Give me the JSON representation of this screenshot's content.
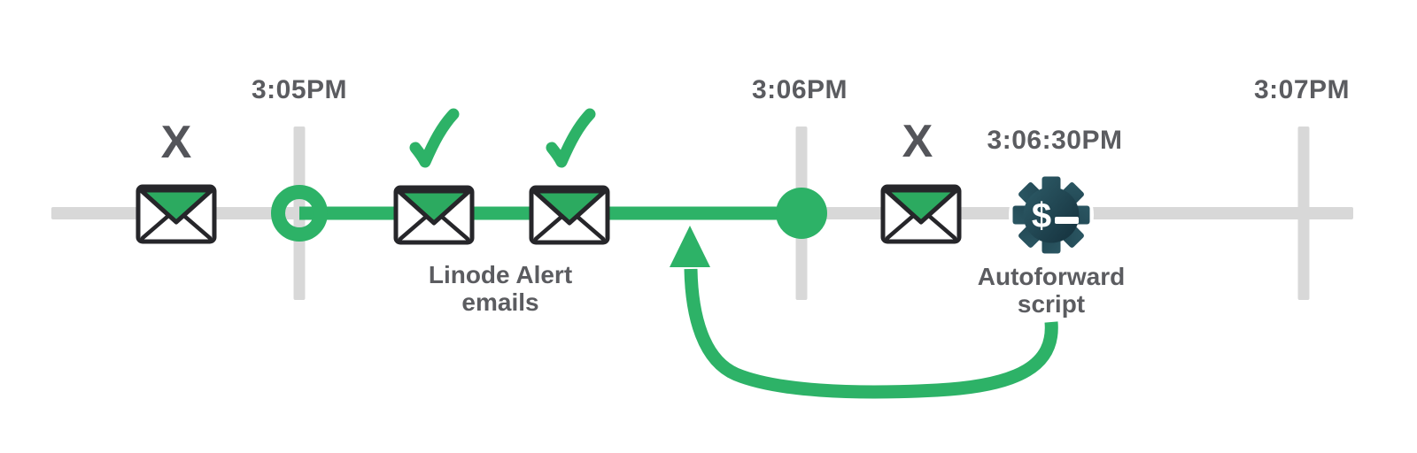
{
  "timeline": {
    "ticks": [
      {
        "label": "3:05PM"
      },
      {
        "label": "3:06PM"
      },
      {
        "label": "3:07PM"
      }
    ]
  },
  "markers": {
    "missed": "X"
  },
  "captions": {
    "emails": [
      "Linode Alert",
      "emails"
    ],
    "script": [
      "Autoforward",
      "script"
    ]
  },
  "script_event": {
    "time": "3:06:30PM",
    "prompt_symbol": "$"
  },
  "icons": {
    "envelope-icon": "✉",
    "check-icon": "✓",
    "x-icon": "✗",
    "gear-icon": "⚙",
    "arrow-up-icon": "↑",
    "timeline-start-ring": "○",
    "timeline-end-dot": "●"
  },
  "colors": {
    "green": "#2db267",
    "envelope_flap_green": "#2caa60",
    "gray_line": "#d8d8d8",
    "text_gray": "#5b5c60",
    "dark_outline": "#26262a",
    "gear_gradient_light": "#2e5c68",
    "gear_gradient_dark": "#112b37",
    "background": "#ffffff"
  }
}
